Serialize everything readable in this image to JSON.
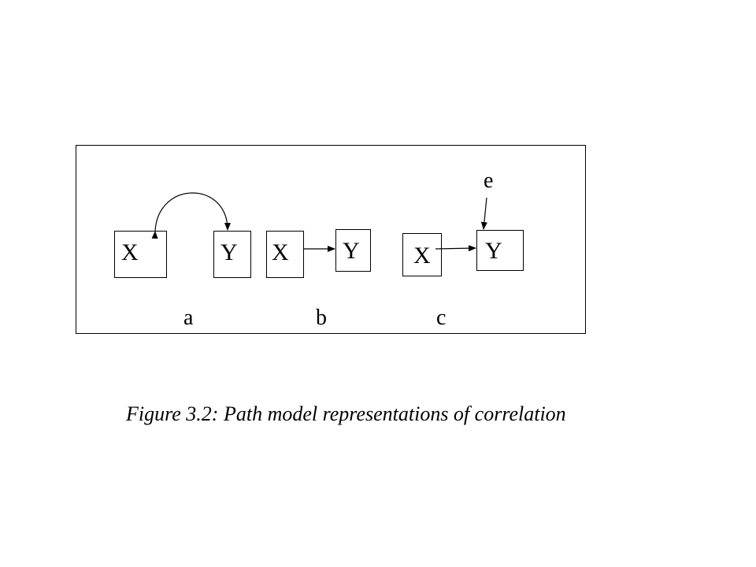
{
  "diagram": {
    "panel_a": {
      "x": "X",
      "y": "Y",
      "label": "a"
    },
    "panel_b": {
      "x": "X",
      "y": "Y",
      "label": "b"
    },
    "panel_c": {
      "x": "X",
      "y": "Y",
      "error": "e",
      "label": "c"
    }
  },
  "caption": "Figure 3.2: Path model representations of correlation"
}
